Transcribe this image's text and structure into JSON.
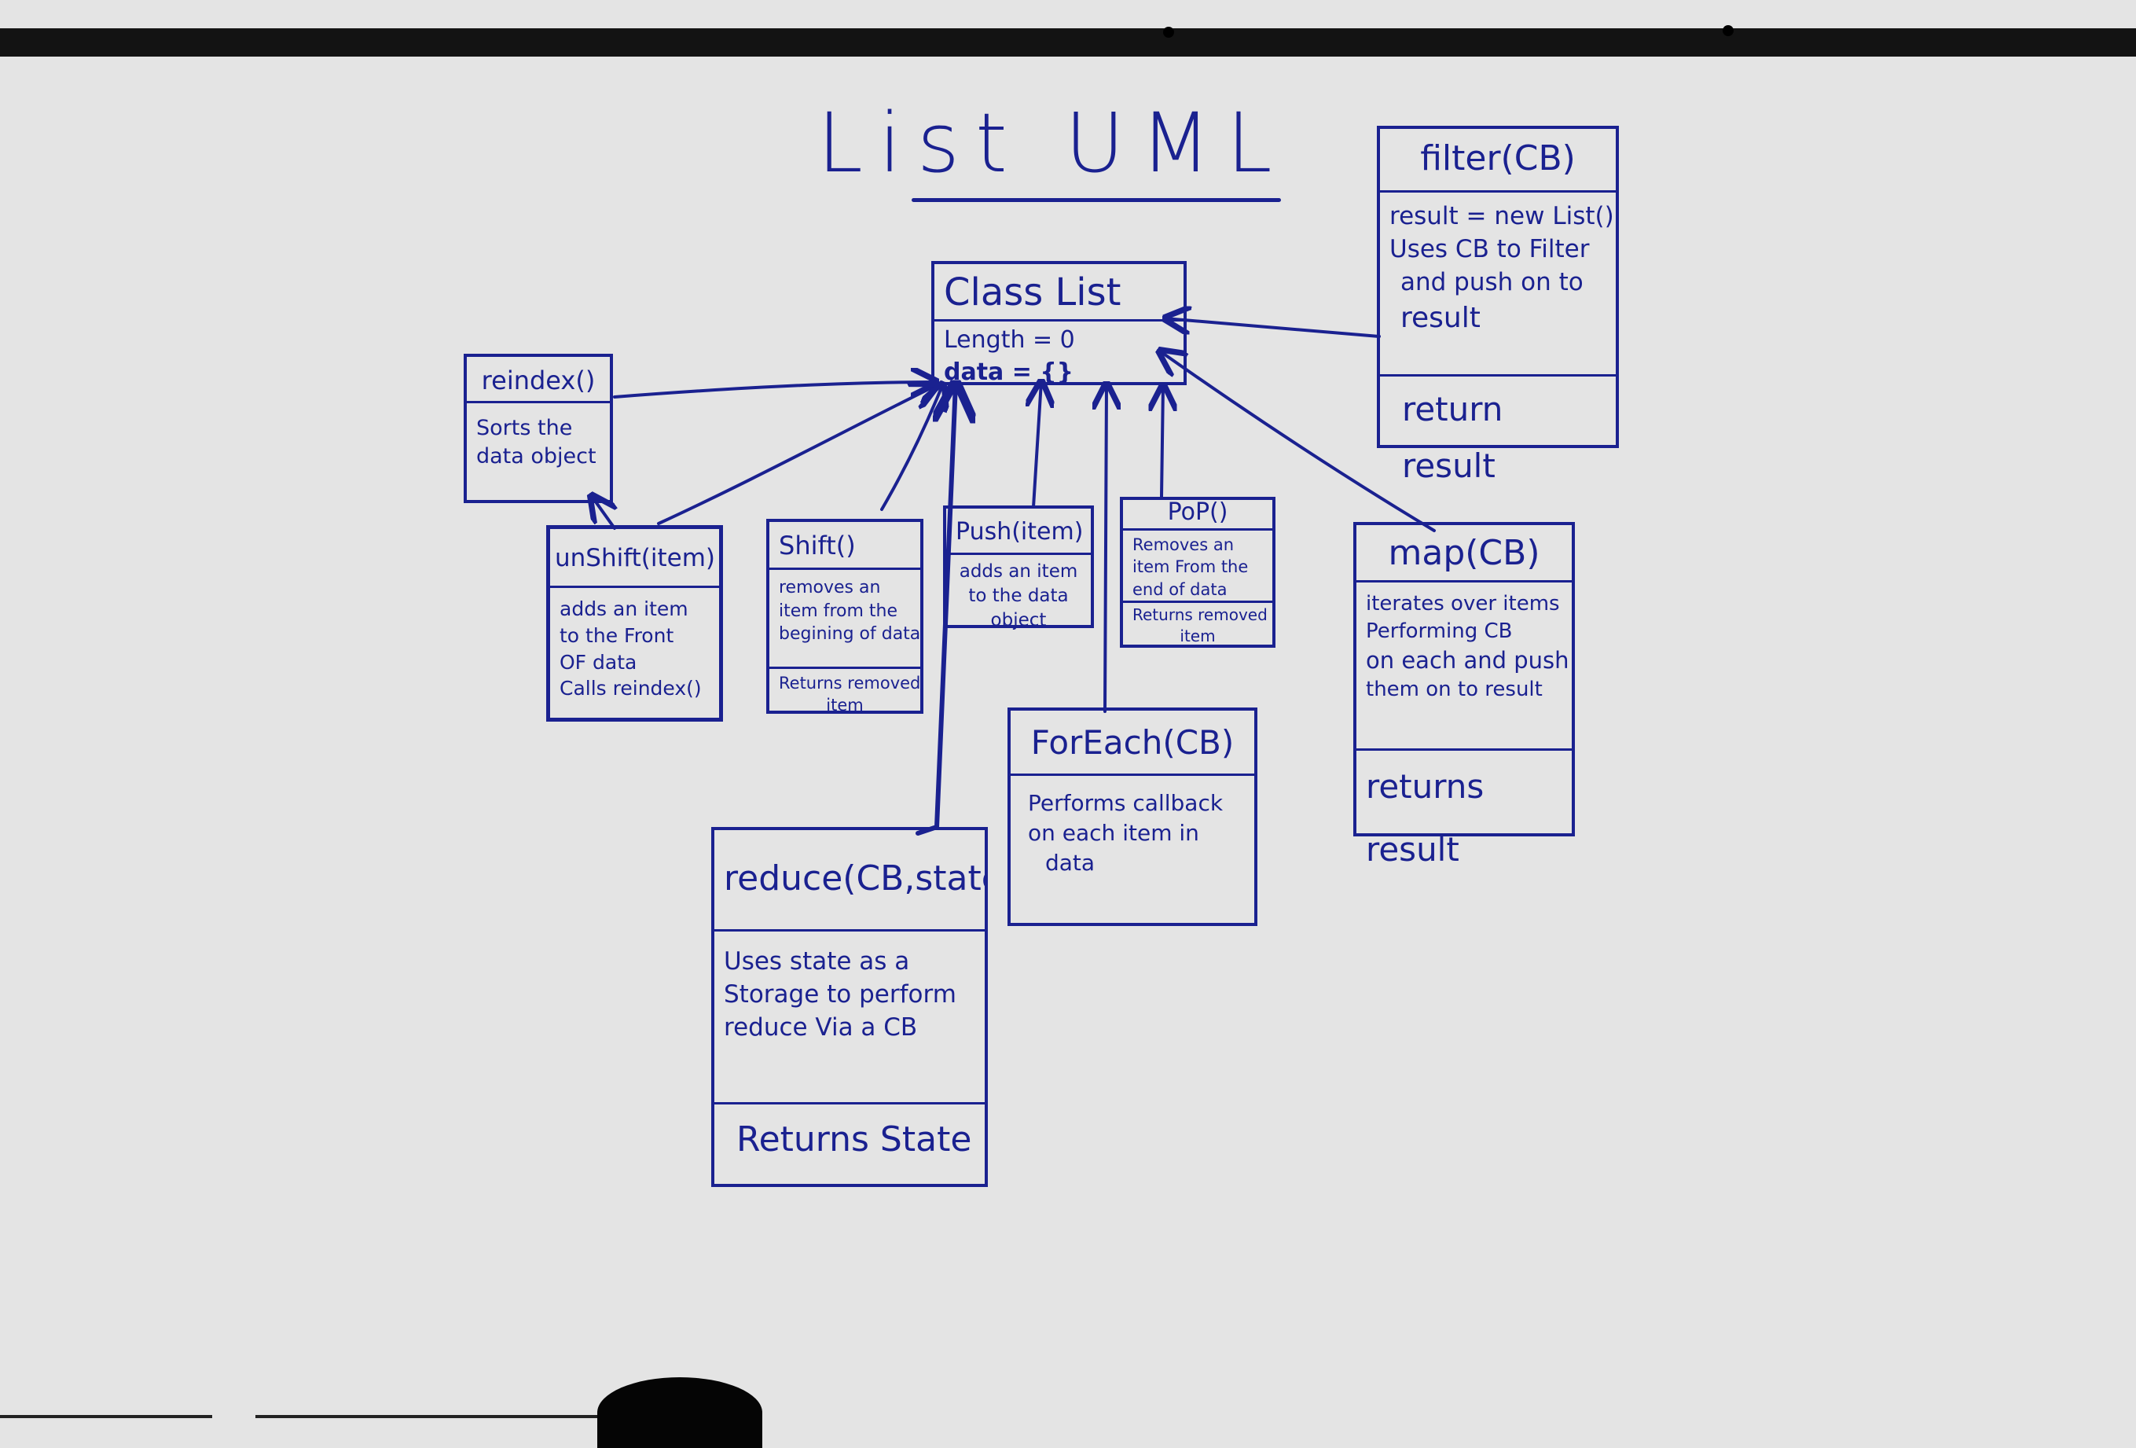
{
  "title": "List UML",
  "colors": {
    "ink": "#1a2190",
    "board": "#e4e4e4",
    "frame": "#131313"
  },
  "class_list": {
    "header": "Class List",
    "attributes": [
      "Length = 0",
      "data = {}"
    ]
  },
  "filter": {
    "header": "filter(CB)",
    "body": [
      "result = new List()",
      "Uses CB to Filter",
      "and push on to",
      "result"
    ],
    "returns": "return result"
  },
  "reindex": {
    "header": "reindex()",
    "body": [
      "Sorts the",
      "data object"
    ]
  },
  "unshift": {
    "header": "unShift(item)",
    "body": [
      "adds an item",
      "to the Front",
      "OF data",
      "Calls reindex()"
    ]
  },
  "shift": {
    "header": "Shift()",
    "body": [
      "removes an",
      "item from the",
      "begining of data"
    ],
    "returns": [
      "Returns removed",
      "item"
    ]
  },
  "push": {
    "header": "Push(item)",
    "body": [
      "adds an item",
      "to the data",
      "object"
    ]
  },
  "pop": {
    "header": "PoP()",
    "body": [
      "Removes an",
      "item From the",
      "end of data"
    ],
    "returns": [
      "Returns removed",
      "item"
    ]
  },
  "map": {
    "header": "map(CB)",
    "body": [
      "iterates over items",
      "Performing CB",
      "on each and push",
      "them on to result"
    ],
    "returns": "returns result"
  },
  "foreach": {
    "header": "ForEach(CB)",
    "body": [
      "Performs callback",
      "on each item in",
      "data"
    ]
  },
  "reduce": {
    "header": "reduce(CB,state)",
    "body": [
      "Uses state as a",
      "Storage to perform",
      "reduce Via a CB"
    ],
    "returns": "Returns State"
  }
}
